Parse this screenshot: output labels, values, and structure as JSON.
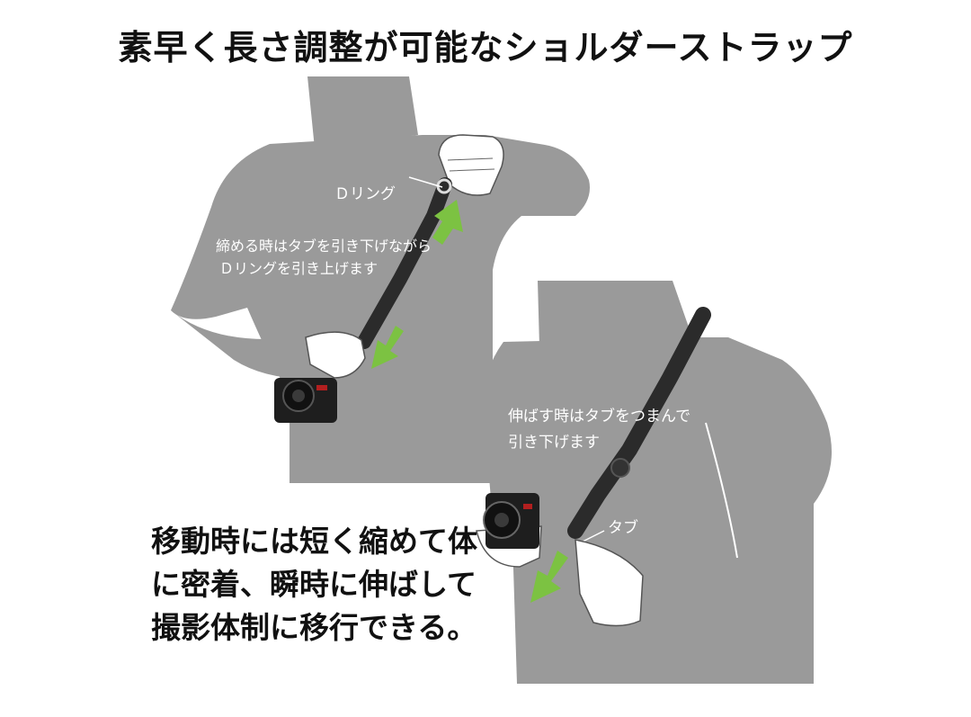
{
  "title": "素早く長さ調整が可能なショルダーストラップ",
  "figure1": {
    "d_ring_label": "Ｄリング",
    "instruction_line1": "締める時はタブを引き下げながら",
    "instruction_line2": "Ｄリングを引き上げます"
  },
  "figure2": {
    "instruction_line1": "伸ばす時はタブをつまんで",
    "instruction_line2": "引き下げます",
    "tab_label": "タブ"
  },
  "caption": {
    "line1": "移動時には短く縮めて体",
    "line2": "に密着、瞬時に伸ばして",
    "line3": "撮影体制に移行できる。"
  },
  "colors": {
    "silhouette": "#9a9a9a",
    "strap": "#2b2b2b",
    "arrow": "#7cc242",
    "text_on_figure": "#ffffff",
    "heading_text": "#111111"
  },
  "icons": [
    "up-arrow-icon",
    "down-arrow-icon",
    "camera-icon"
  ]
}
